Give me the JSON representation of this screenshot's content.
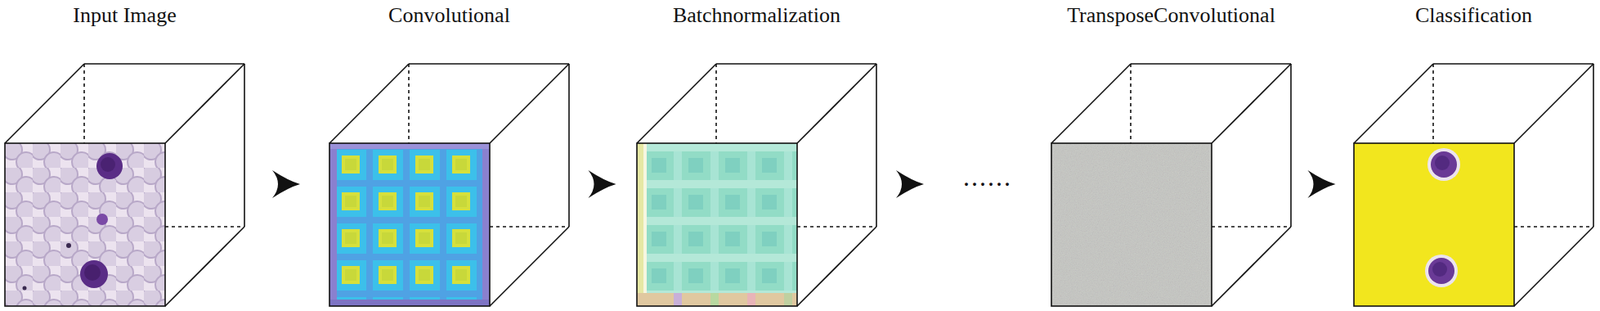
{
  "diagram": {
    "nodes": [
      {
        "text": [
          "Input Image"
        ]
      },
      {
        "text": [
          "Convolutional"
        ]
      },
      {
        "text": [
          "Batchnormalization"
        ]
      },
      {
        "text": [
          "TransposeConvolutional"
        ]
      },
      {
        "text": [
          "Classification"
        ]
      }
    ],
    "edges": [
      {
        "from": 0,
        "to": 1,
        "arrow": "to"
      },
      {
        "from": 1,
        "to": 2,
        "arrow": "to"
      },
      {
        "from": 2,
        "to": 3,
        "label": "......",
        "arrow": "to"
      },
      {
        "from": 3,
        "to": 4,
        "arrow": "to"
      }
    ]
  }
}
